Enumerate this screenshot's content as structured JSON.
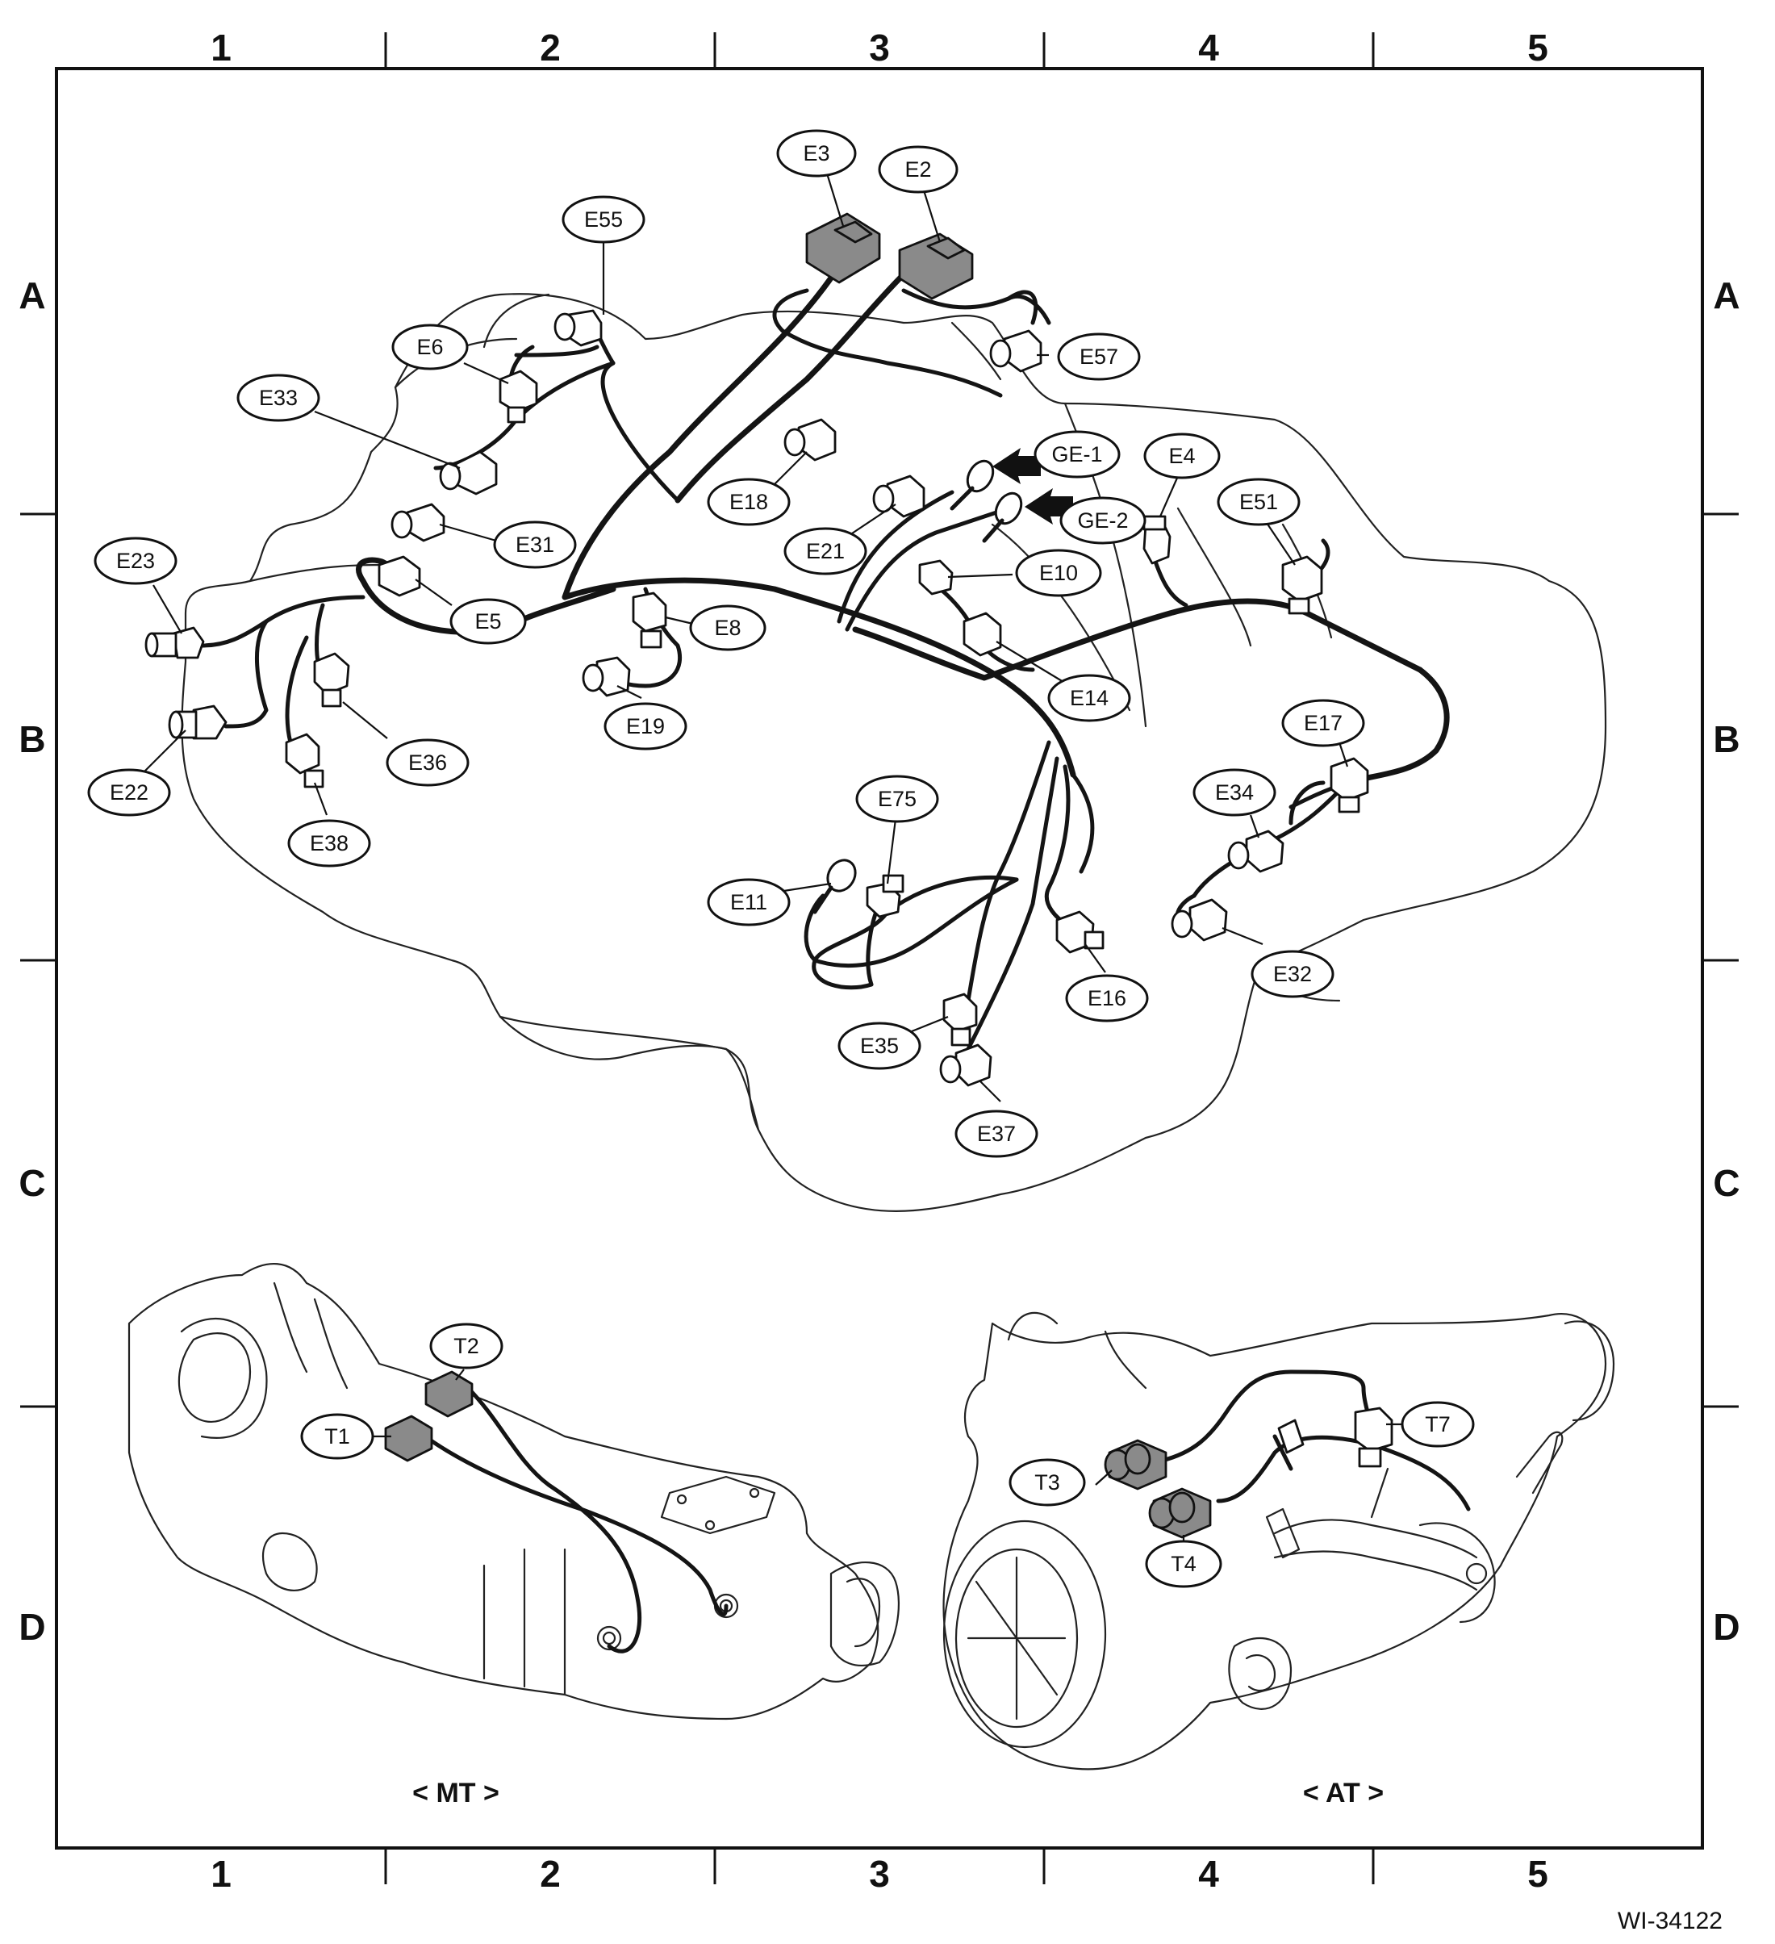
{
  "grid": {
    "columns": [
      "1",
      "2",
      "3",
      "4",
      "5"
    ],
    "rows": [
      "A",
      "B",
      "C",
      "D"
    ]
  },
  "connectors": {
    "E2": "E2",
    "E3": "E3",
    "E4": "E4",
    "E5": "E5",
    "E6": "E6",
    "E8": "E8",
    "E10": "E10",
    "E11": "E11",
    "E14": "E14",
    "E16": "E16",
    "E17": "E17",
    "E18": "E18",
    "E19": "E19",
    "E21": "E21",
    "E22": "E22",
    "E23": "E23",
    "E31": "E31",
    "E32": "E32",
    "E33": "E33",
    "E34": "E34",
    "E35": "E35",
    "E36": "E36",
    "E37": "E37",
    "E38": "E38",
    "E51": "E51",
    "E55": "E55",
    "E57": "E57",
    "E75": "E75",
    "GE1": "GE-1",
    "GE2": "GE-2",
    "T1": "T1",
    "T2": "T2",
    "T3": "T3",
    "T4": "T4",
    "T7": "T7"
  },
  "sublabels": {
    "mt": "< MT >",
    "at": "< AT >"
  },
  "figure_id": "WI-34122"
}
